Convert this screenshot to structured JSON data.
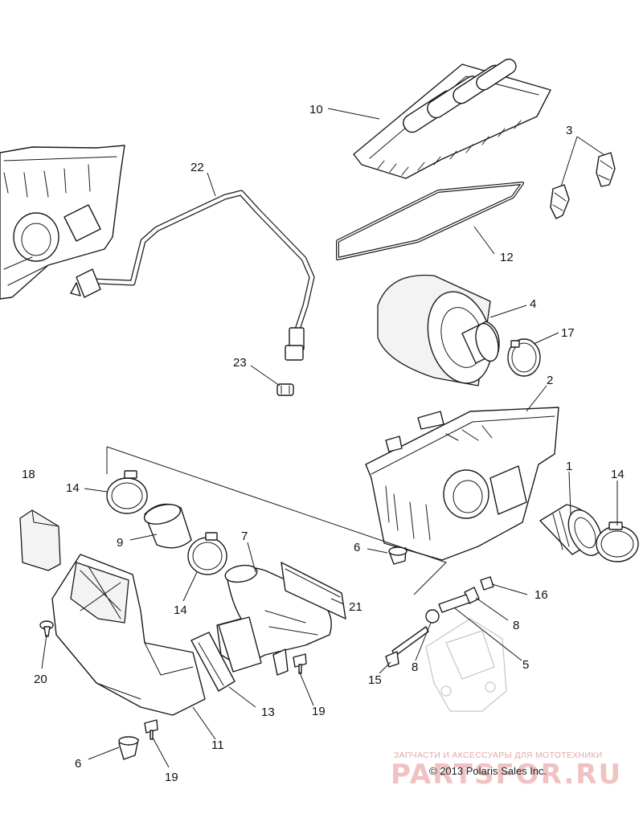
{
  "diagram": {
    "callouts": {
      "c1": "1",
      "c2": "2",
      "c3": "3",
      "c4": "4",
      "c5": "5",
      "c6a": "6",
      "c6b": "6",
      "c7": "7",
      "c8a": "8",
      "c8b": "8",
      "c9": "9",
      "c10": "10",
      "c11": "11",
      "c12": "12",
      "c13": "13",
      "c14a": "14",
      "c14b": "14",
      "c14c": "14",
      "c15": "15",
      "c16": "16",
      "c17": "17",
      "c18": "18",
      "c19a": "19",
      "c19b": "19",
      "c20": "20",
      "c21": "21",
      "c22": "22",
      "c23": "23"
    },
    "watermark_caption": "ЗАПЧАСТИ И АКСЕССУАРЫ ДЛЯ МОТОТЕХНИКИ",
    "watermark_brand": "PARTSFOR.RU",
    "copyright": "© 2013 Polaris Sales Inc."
  },
  "colors": {
    "line": "#1a1a1a",
    "background": "#ffffff",
    "watermark": "#f0c2c2"
  }
}
